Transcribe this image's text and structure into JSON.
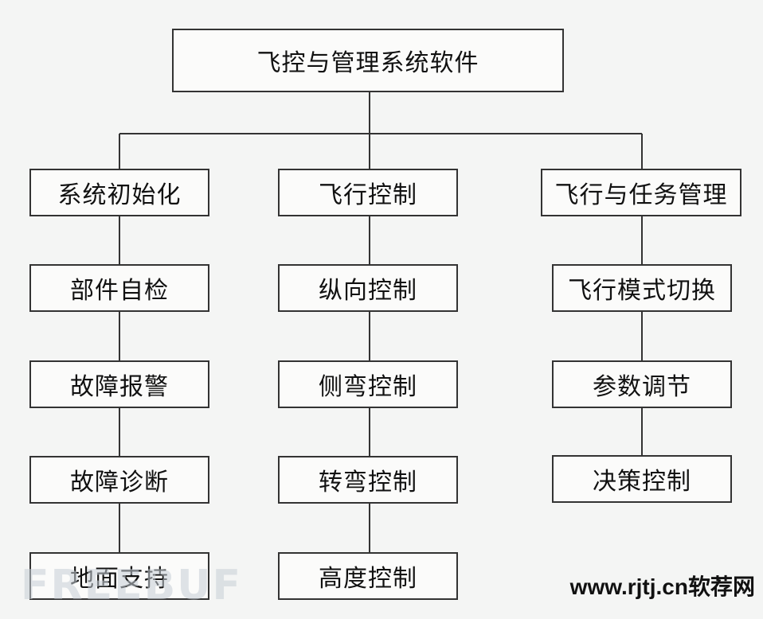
{
  "root": "飞控与管理系统软件",
  "columns": [
    {
      "head": "系统初始化",
      "items": [
        "部件自检",
        "故障报警",
        "故障诊断",
        "地面支持"
      ]
    },
    {
      "head": "飞行控制",
      "items": [
        "纵向控制",
        "侧弯控制",
        "转弯控制",
        "高度控制"
      ]
    },
    {
      "head": "飞行与任务管理",
      "items": [
        "飞行模式切换",
        "参数调节",
        "决策控制"
      ]
    }
  ],
  "watermarks": {
    "left": "FREEBUF",
    "right": "www.rjtj.cn软荐网"
  }
}
